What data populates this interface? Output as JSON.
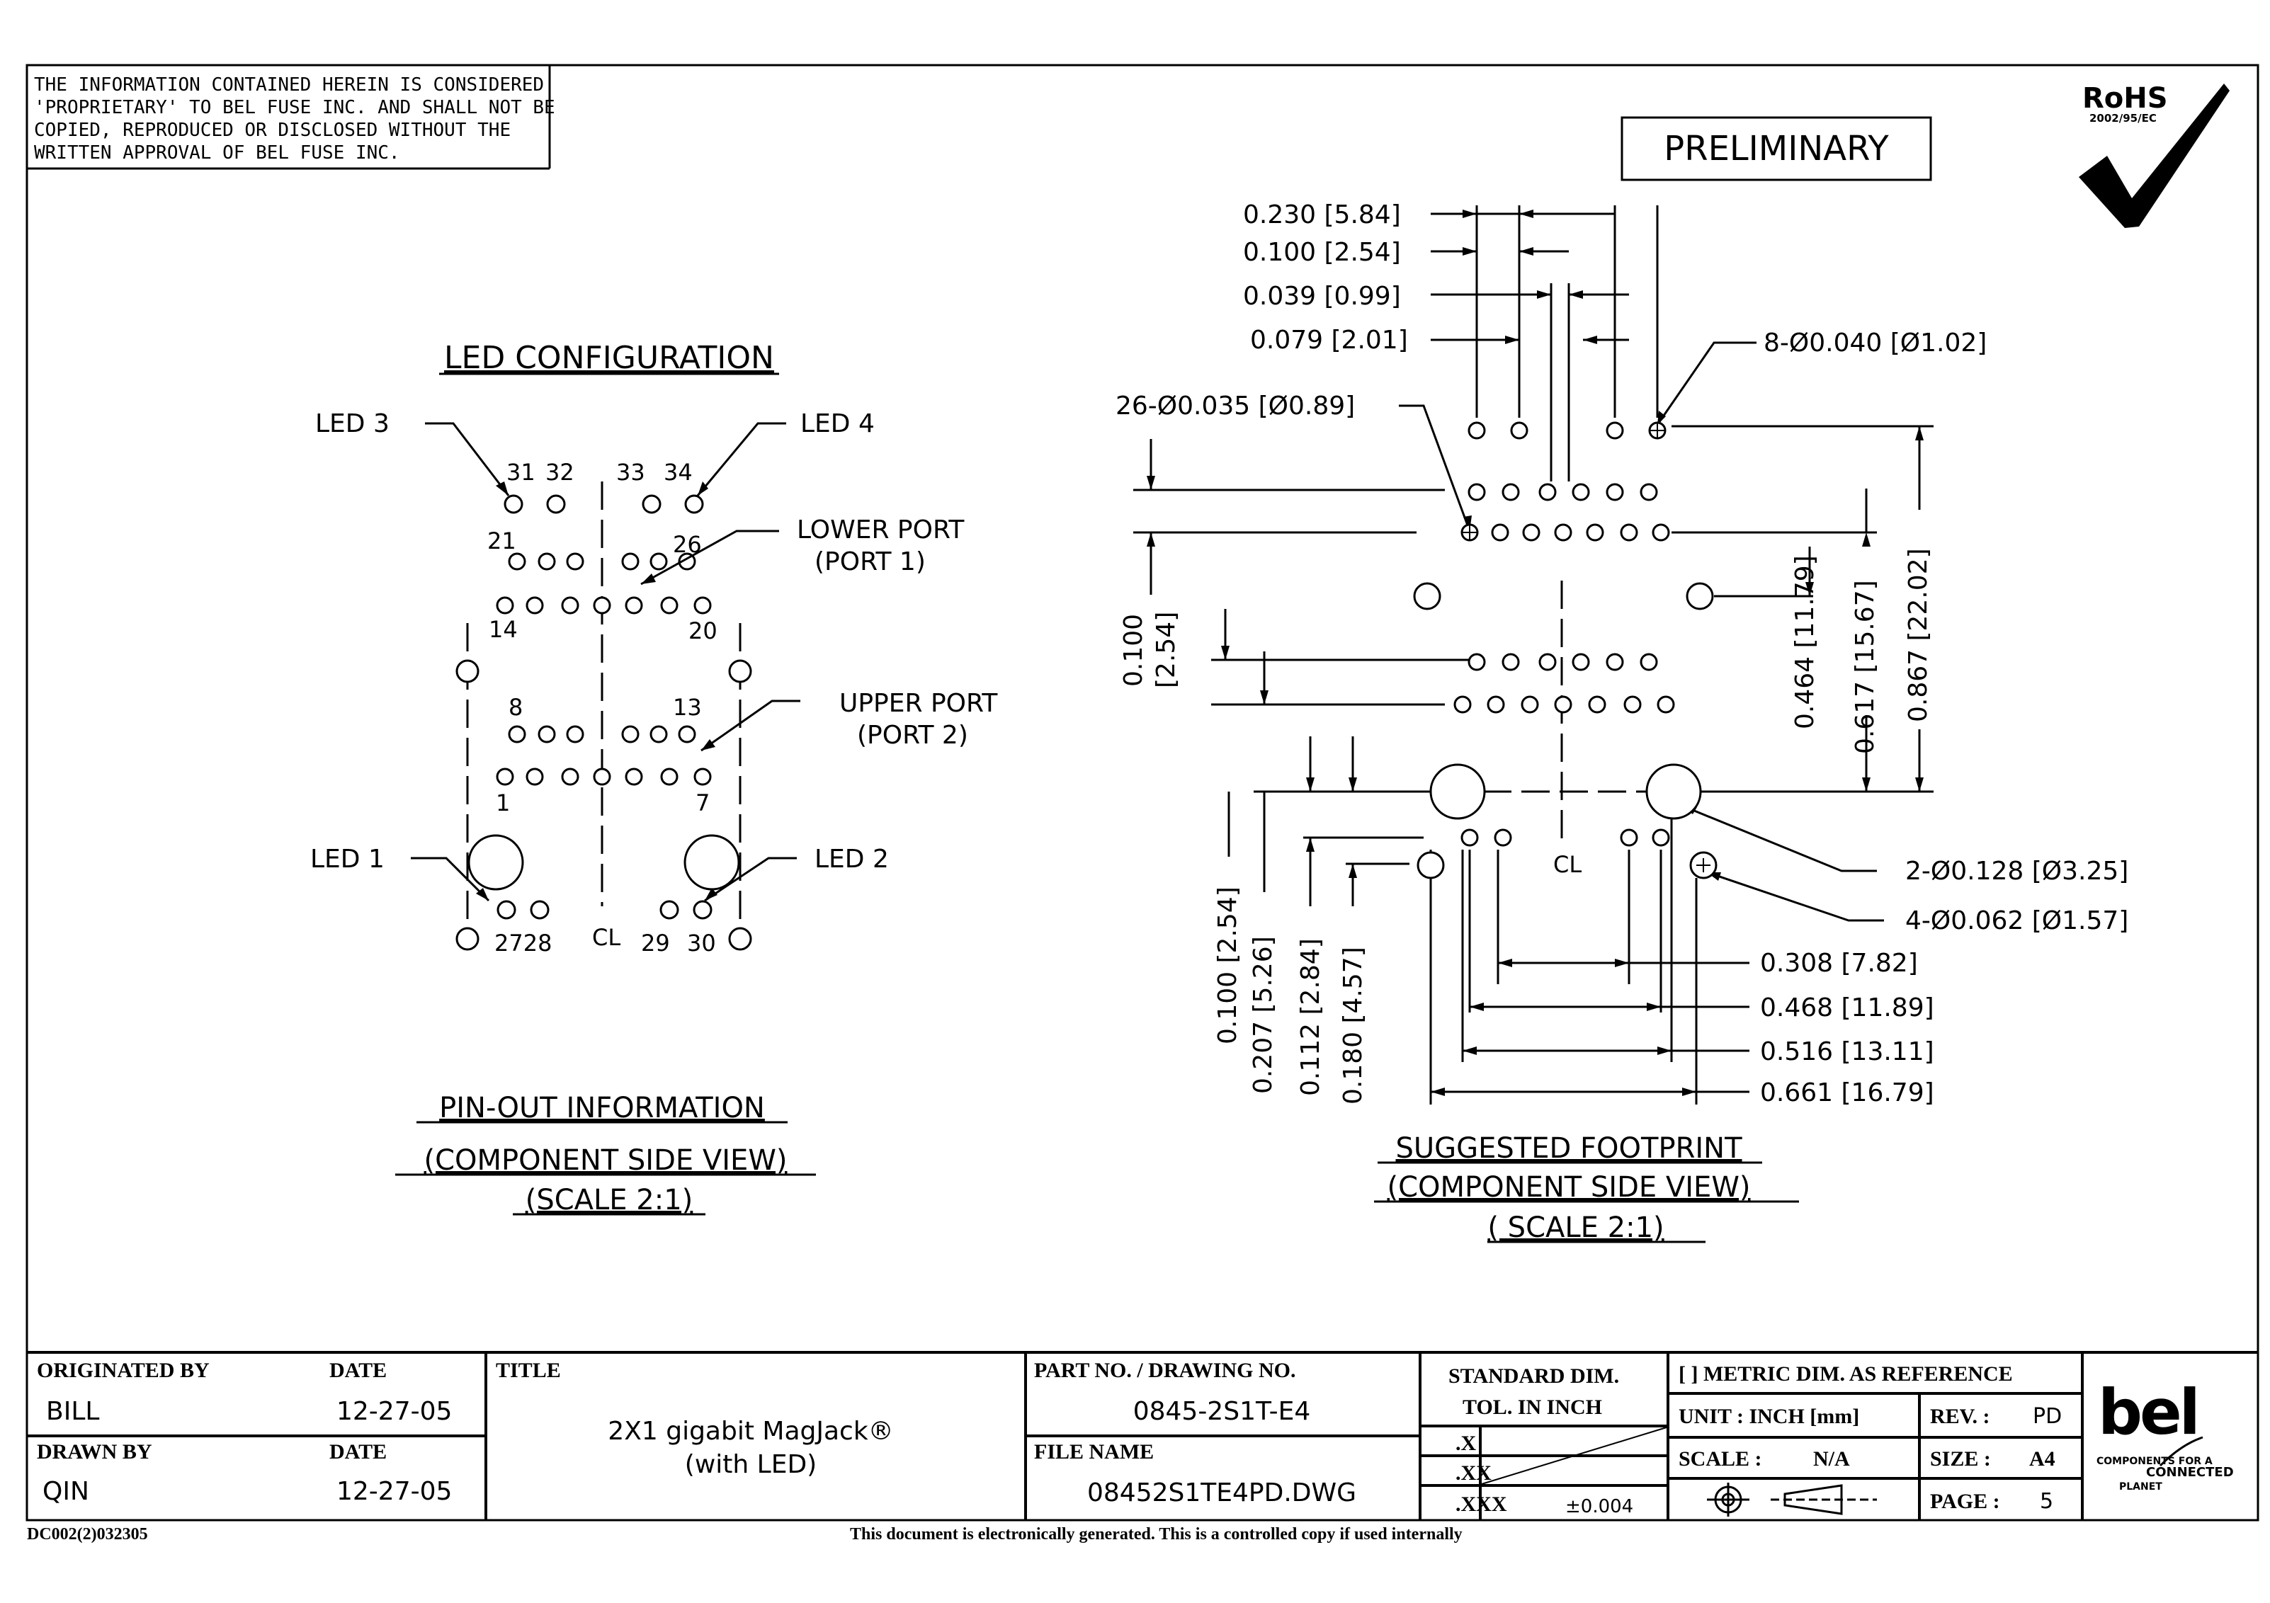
{
  "proprietary": {
    "lines": [
      "THE INFORMATION CONTAINED HEREIN IS CONSIDERED",
      "'PROPRIETARY' TO BEL FUSE INC. AND SHALL NOT BE",
      "COPIED, REPRODUCED OR DISCLOSED WITHOUT THE",
      "WRITTEN APPROVAL OF BEL FUSE INC."
    ]
  },
  "rohs": {
    "label": "RoHS",
    "directive": "2002/95/EC"
  },
  "preliminary": "PRELIMINARY",
  "led_config": {
    "title": "LED CONFIGURATION",
    "led3": "LED 3",
    "led4": "LED 4",
    "led1": "LED 1",
    "led2": "LED 2",
    "lower_port": "LOWER PORT",
    "lower_port_sub": "(PORT 1)",
    "upper_port": "UPPER PORT",
    "upper_port_sub": "(PORT 2)",
    "pins": {
      "p31": "31",
      "p32": "32",
      "p33": "33",
      "p34": "34",
      "p21": "21",
      "p26": "26",
      "p14": "14",
      "p20": "20",
      "p8": "8",
      "p13": "13",
      "p1": "1",
      "p7": "7",
      "p2728": "2728",
      "p29": "29",
      "p30": "30"
    },
    "centerline": "CL"
  },
  "pinout": {
    "title": "PIN-OUT INFORMATION",
    "view": "(COMPONENT SIDE VIEW)",
    "scale": "(SCALE 2:1)"
  },
  "footprint": {
    "title": "SUGGESTED FOOTPRINT",
    "view": "(COMPONENT SIDE VIEW)",
    "scale": "( SCALE 2:1)",
    "dims": {
      "d230": "0.230 [5.84]",
      "d100a": "0.100 [2.54]",
      "d039": "0.039 [0.99]",
      "d079": "0.079 [2.01]",
      "holes26": "26-Ø0.035 [Ø0.89]",
      "holes8": "8-Ø0.040 [Ø1.02]",
      "v100": "0.100",
      "v100m": "[2.54]",
      "v464": "0.464 [11.79]",
      "v617": "0.617 [15.67]",
      "v867": "0.867 [22.02]",
      "holes2": "2-Ø0.128 [Ø3.25]",
      "holes4": "4-Ø0.062 [Ø1.57]",
      "h308": "0.308 [7.82]",
      "h468": "0.468 [11.89]",
      "h516": "0.516 [13.11]",
      "h661": "0.661 [16.79]",
      "v100b": "0.100 [2.54]",
      "v207": "0.207 [5.26]",
      "v112": "0.112 [2.84]",
      "v180": "0.180 [4.57]"
    },
    "centerline": "CL"
  },
  "title_block": {
    "originated_by_label": "ORIGINATED BY",
    "originated_by": "BILL",
    "date_label": "DATE",
    "date1": "12-27-05",
    "drawn_by_label": "DRAWN BY",
    "drawn_by": "QIN",
    "date2": "12-27-05",
    "title_label": "TITLE",
    "title_line1": "2X1 gigabit MagJack®",
    "title_line2": "(with LED)",
    "part_label": "PART NO. / DRAWING NO.",
    "part_no": "0845-2S1T-E4",
    "file_label": "FILE NAME",
    "file_name": "08452S1TE4PD.DWG",
    "std_dim": "STANDARD DIM.",
    "tol": "TOL. IN INCH",
    "x": ".X",
    "xx": ".XX",
    "xxx": ".XXX",
    "xxx_tol": "±0.004",
    "metric": "[ ] METRIC DIM. AS REFERENCE",
    "unit": "UNIT : INCH [mm]",
    "rev_label": "REV. :",
    "rev": "PD",
    "scale_label": "SCALE :",
    "scale": "N/A",
    "size_label": "SIZE :",
    "size": "A4",
    "page_label": "PAGE :",
    "page": "5",
    "logo": "bel",
    "tagline1": "COMPONENTS FOR A",
    "tagline2": "CONNECTED",
    "tagline3": "PLANET"
  },
  "footer": {
    "code": "DC002(2)032305",
    "note": "This document is electronically generated. This is a controlled copy if used internally"
  }
}
